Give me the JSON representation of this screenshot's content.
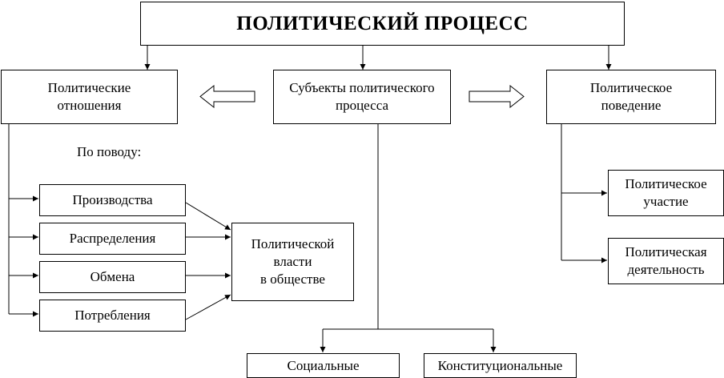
{
  "diagram": {
    "title": "ПОЛИТИЧЕСКИЙ ПРОЦЕСС",
    "relations": "Политические\nотношения",
    "subjects": "Субъекты политического\nпроцесса",
    "behavior": "Политическое\nповедение",
    "regarding": "По поводу:",
    "production": "Производства",
    "distribution": "Распределения",
    "exchange": "Обмена",
    "consumption": "Потребления",
    "power": "Политической\nвласти\nв обществе",
    "participation": "Политическое\nучастие",
    "activity": "Политическая\nдеятельность",
    "social": "Социальные",
    "constitutional": "Конституциональные"
  }
}
